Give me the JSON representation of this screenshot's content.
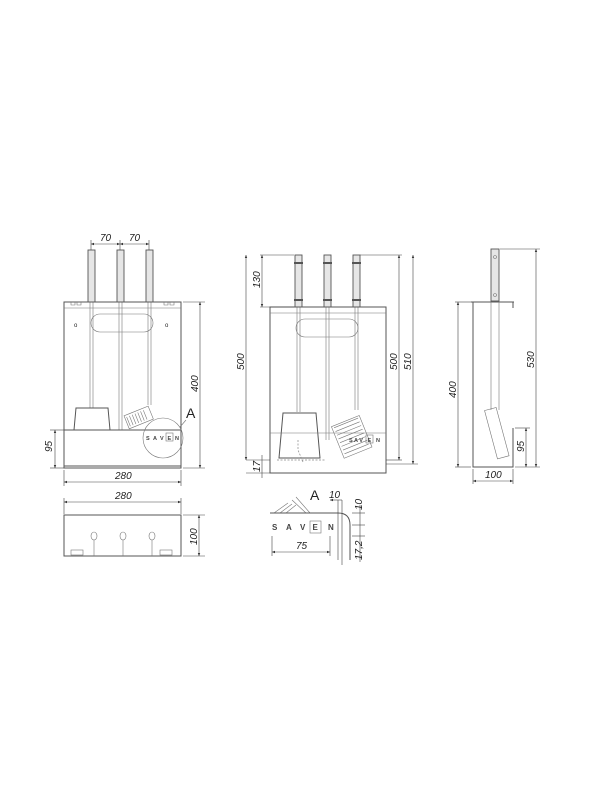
{
  "drawing": {
    "background": "#ffffff",
    "line_color": "#555555",
    "brand_logo_letters": [
      "S",
      "A",
      "V",
      "E",
      "N"
    ],
    "views": {
      "front": {
        "dims": {
          "handle_spacing_1": "70",
          "handle_spacing_2": "70",
          "height": "400",
          "base_height": "95",
          "width": "280"
        },
        "detail_label": "A"
      },
      "top": {
        "dims": {
          "width": "280",
          "depth": "100"
        }
      },
      "back": {
        "dims": {
          "handle_length": "130",
          "height_left": "500",
          "height_right": "500",
          "overall_height": "510",
          "bottom_offset": "17"
        }
      },
      "detail_a": {
        "label": "A",
        "dims": {
          "top_w": "10",
          "right_h": "10",
          "logo_width": "75",
          "logo_height": "17,2"
        }
      },
      "side": {
        "dims": {
          "height": "400",
          "overall": "530",
          "lip_height": "95",
          "depth": "100"
        }
      }
    }
  }
}
